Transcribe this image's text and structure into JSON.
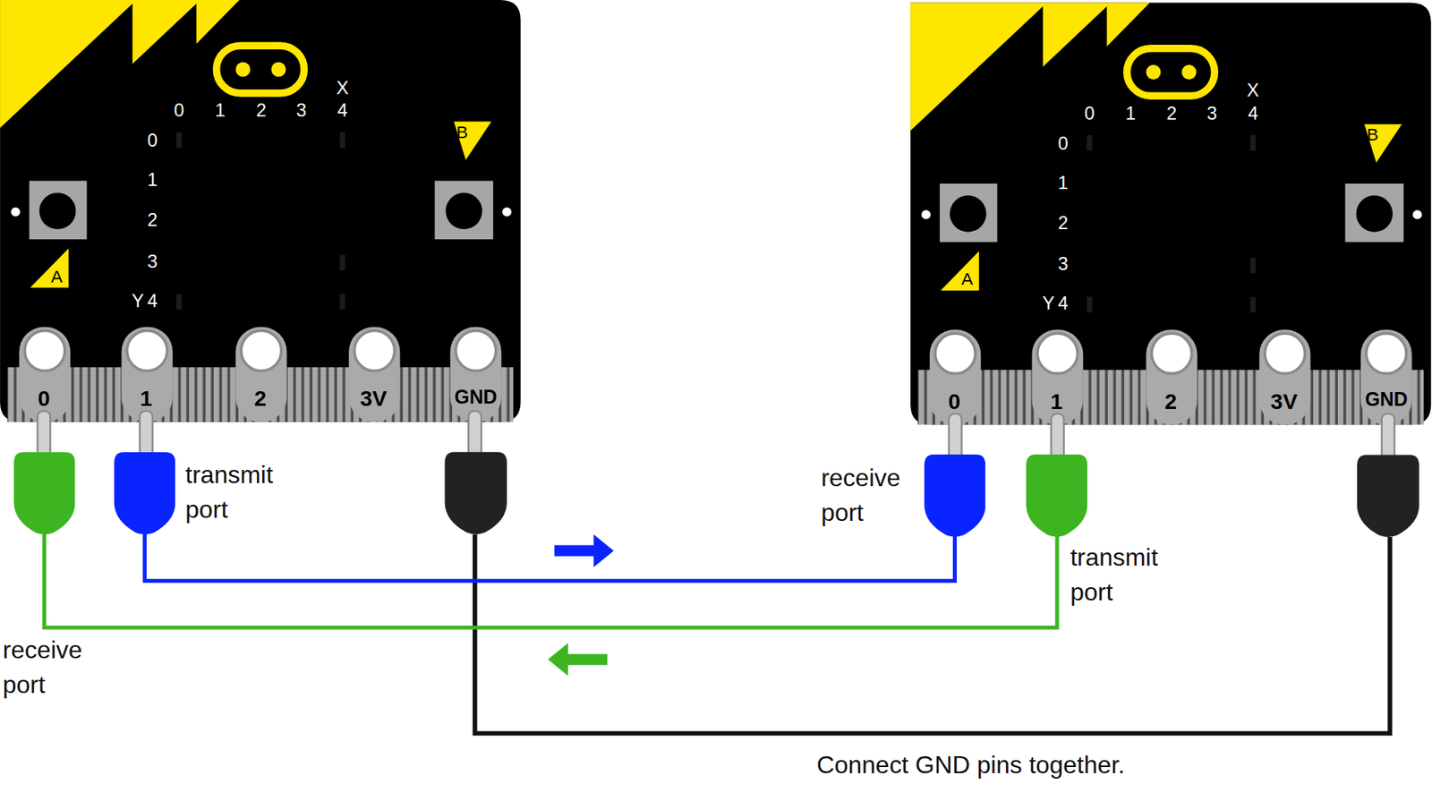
{
  "diagram": {
    "nodes": [
      {
        "text": [
          "receive port"
        ]
      },
      {
        "text": [
          "transmit port"
        ]
      },
      {
        "text": [
          "receive port"
        ]
      },
      {
        "text": [
          "transmit port"
        ]
      }
    ],
    "edges": [
      {
        "from": 1,
        "to": 2,
        "arrow": "none"
      },
      {
        "from": 3,
        "to": 0,
        "arrow": "none"
      }
    ],
    "labels": [
      "X",
      "0",
      "1",
      "2",
      "3",
      "4",
      "0",
      "1",
      "2",
      "3",
      "Y",
      "4",
      "B",
      "A",
      "0",
      "1",
      "2",
      "3V",
      "GND",
      "X",
      "0",
      "1",
      "2",
      "3",
      "4",
      "0",
      "1",
      "2",
      "3",
      "Y",
      "4",
      "B",
      "A",
      "0",
      "1",
      "2",
      "3V",
      "GND",
      "Connect GND pins together."
    ]
  }
}
